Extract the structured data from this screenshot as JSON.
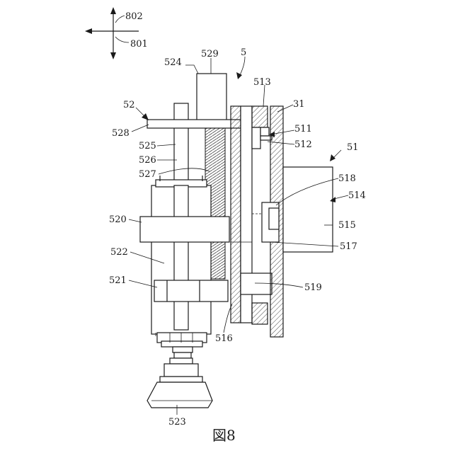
{
  "figure": {
    "caption": "図8",
    "direction_labels": {
      "vertical": "802",
      "horizontal": "801"
    },
    "labels": {
      "l5": "5",
      "l524": "524",
      "l529": "529",
      "l513": "513",
      "l31": "31",
      "l52": "52",
      "l528": "528",
      "l511": "511",
      "l512": "512",
      "l51": "51",
      "l525": "525",
      "l526": "526",
      "l527": "527",
      "l518": "518",
      "l514": "514",
      "l520": "520",
      "l515": "515",
      "l517": "517",
      "l522": "522",
      "l521": "521",
      "l519": "519",
      "l516": "516",
      "l523": "523"
    }
  }
}
